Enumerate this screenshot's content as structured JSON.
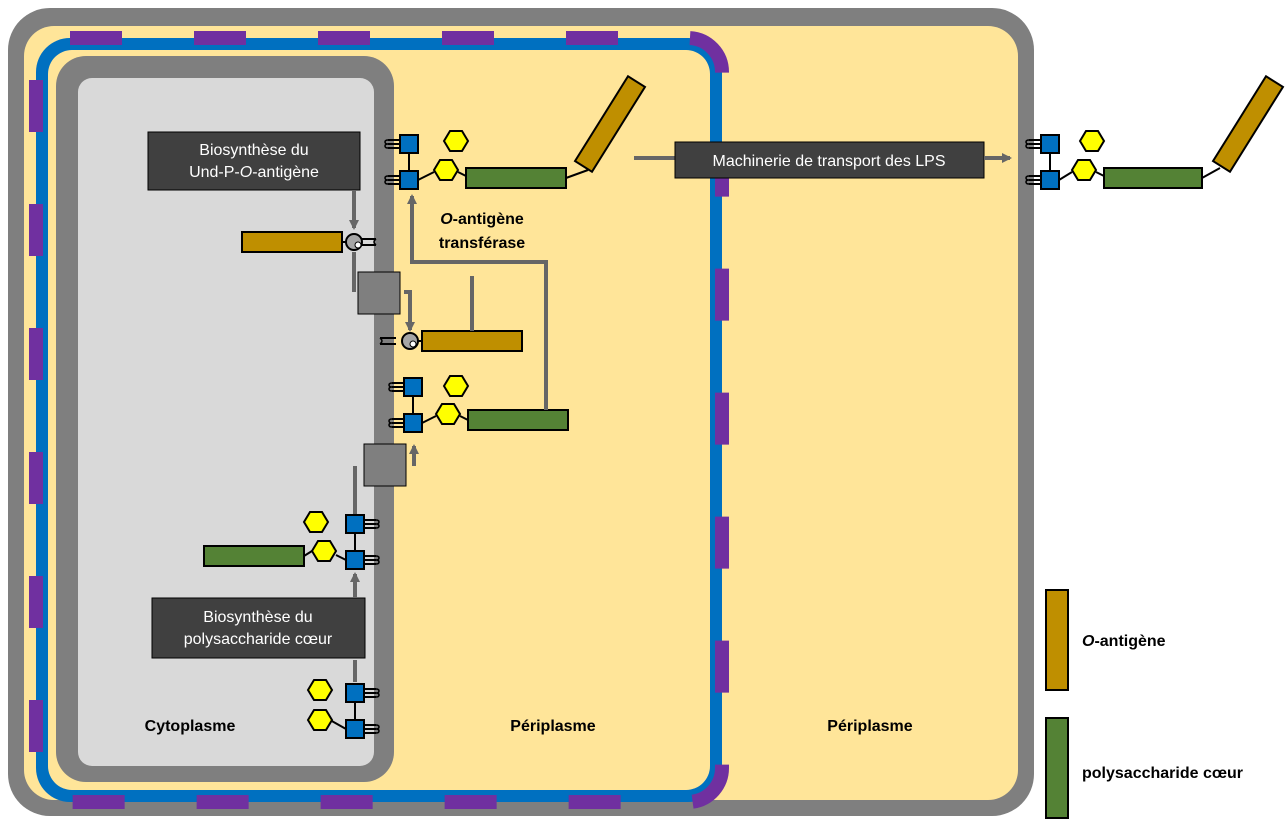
{
  "boxes": {
    "und_p_line1": "Biosynthèse du",
    "und_p_line2_pre": "Und-P-",
    "und_p_line2_ital": "O",
    "und_p_line2_post": "-antigène",
    "core_line1": "Biosynthèse du",
    "core_line2": "polysaccharide cœur",
    "transport": "Machinerie de transport des LPS"
  },
  "ligase": {
    "line1_ital": "O",
    "line1_rest": "-antigène",
    "line2": "transférase"
  },
  "regions": {
    "cytoplasm": "Cytoplasme",
    "periplasm_inner": "Périplasme",
    "periplasm_outer": "Périplasme"
  },
  "legend": {
    "o_antigen_ital": "O",
    "o_antigen_rest": "-antigène",
    "core": "polysaccharide cœur"
  },
  "colors": {
    "o_antigen": "#bf8f00",
    "core": "#548235",
    "periplasm": "#ffe599",
    "cytoplasm": "#d9d9d9",
    "membrane_gray": "#7f7f7f",
    "outer_membrane_blue": "#0070c0",
    "outer_membrane_purple": "#7030a0",
    "sugar_square": "#0070c0",
    "sugar_hexagon": "#ffff00",
    "process_box": "#404040"
  }
}
